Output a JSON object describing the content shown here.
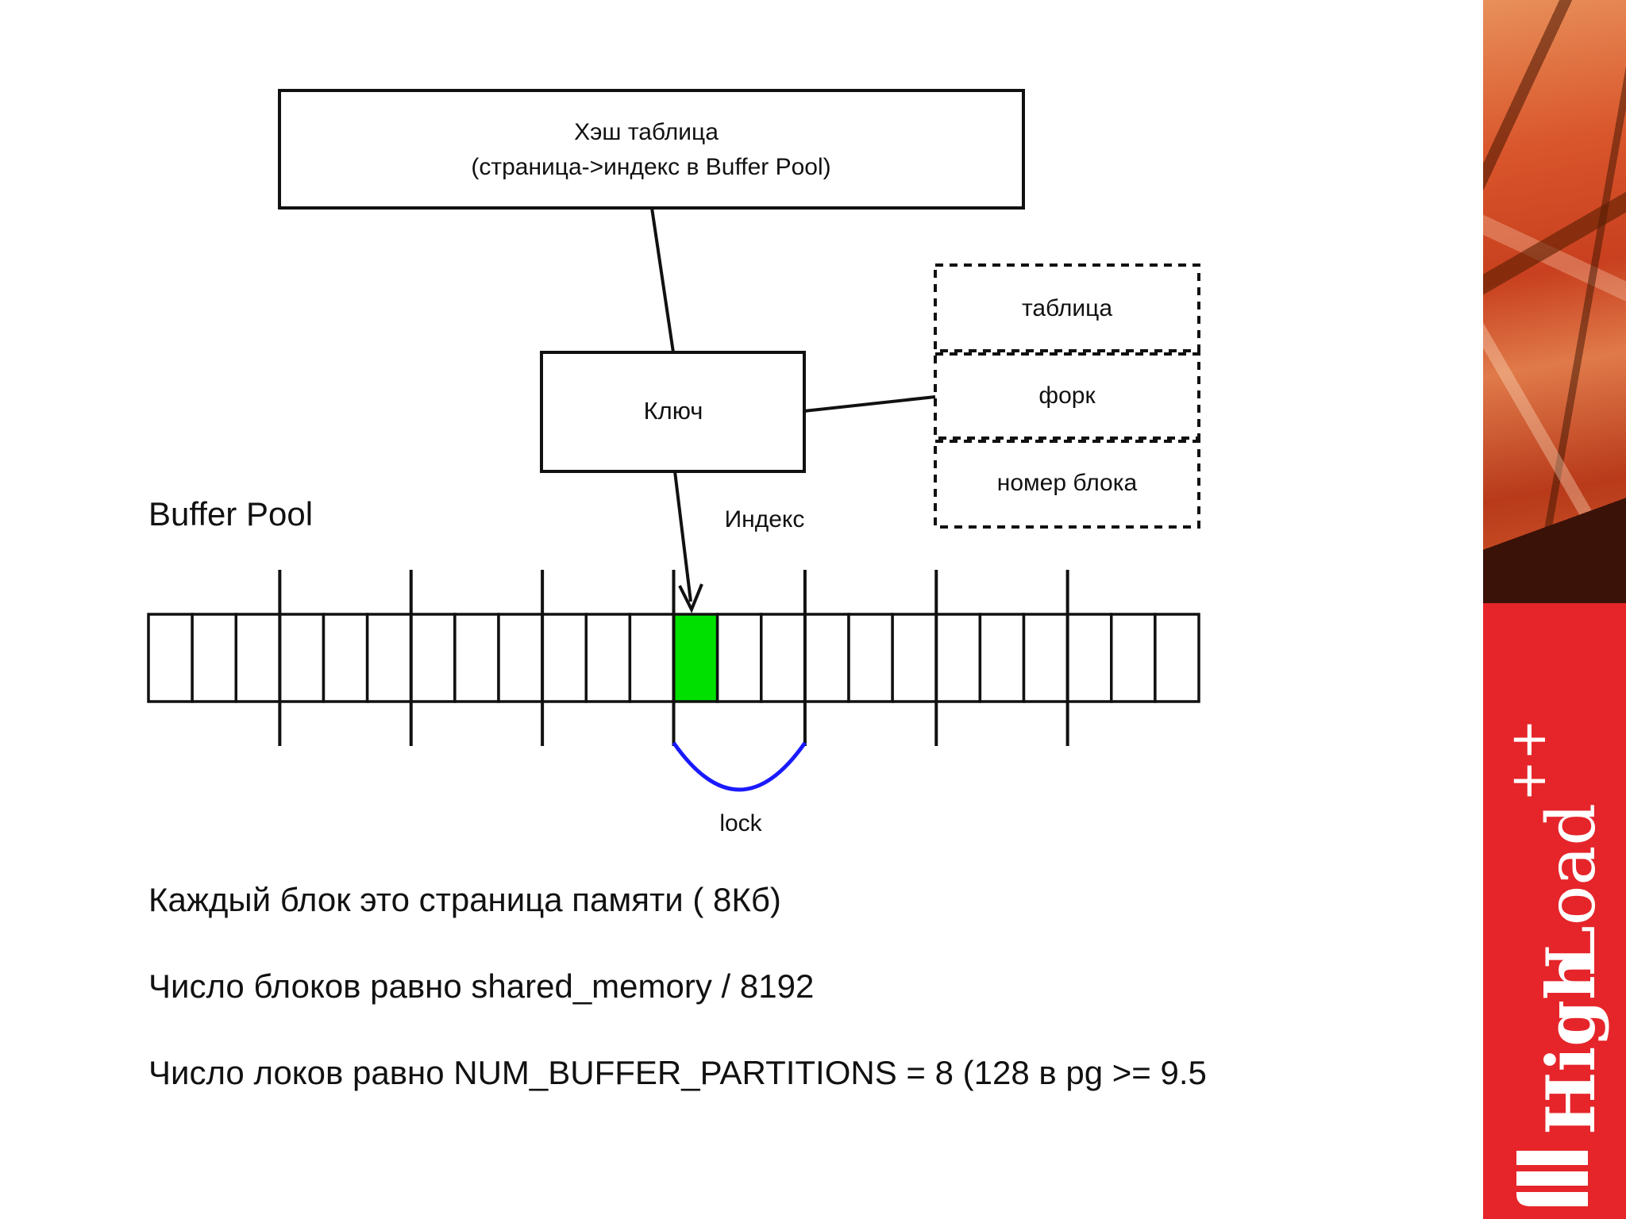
{
  "diagram": {
    "hash_table_line1": "Хэш таблица",
    "hash_table_line2": "(страница->индекс в Buffer Pool)",
    "key_label": "Ключ",
    "key_fields": [
      "таблица",
      "форк",
      "номер блока"
    ],
    "buffer_pool_label": "Buffer Pool",
    "index_label": "Индекс",
    "lock_label": "lock",
    "buffer_pool": {
      "block_count": 24,
      "highlighted_block_index": 12,
      "partition_count": 8,
      "highlight_color": "#00e000",
      "lock_color": "#1a1aff"
    }
  },
  "notes": [
    "Каждый блок это страница памяти ( 8Кб)",
    "Число блоков равно shared_memory / 8192",
    "Число локов равно NUM_BUFFER_PARTITIONS = 8 (128 в pg >= 9.5"
  ],
  "brand": {
    "logo_text": "HighLoad++",
    "accent_color": "#e5252a"
  }
}
